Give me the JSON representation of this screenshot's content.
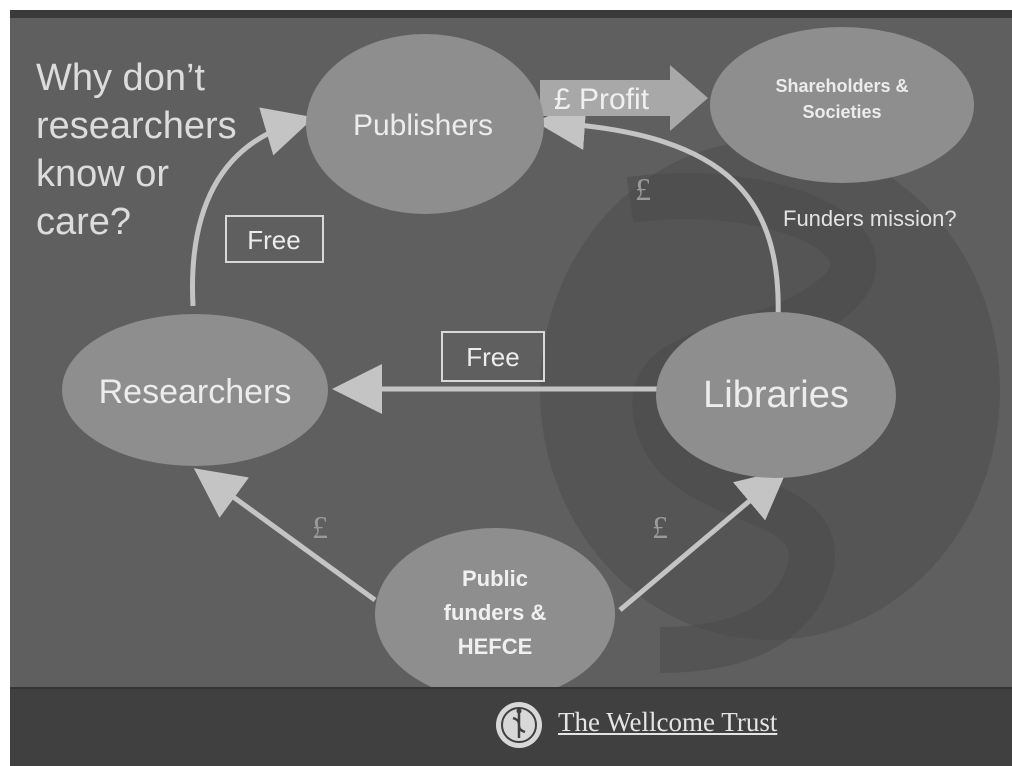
{
  "question": {
    "lines": [
      "Why don’t",
      "researchers",
      "know or",
      "care?"
    ]
  },
  "nodes": {
    "publishers": "Publishers",
    "shareholders_line1": "Shareholders &",
    "shareholders_line2": "Societies",
    "researchers": "Researchers",
    "libraries": "Libraries",
    "funders_line1": "Public",
    "funders_line2": "funders &",
    "funders_line3": "HEFCE"
  },
  "labels": {
    "profit": "£ Profit",
    "free_top": "Free",
    "free_middle": "Free",
    "pound_libraries_publishers": "£",
    "pound_funders_researchers": "£",
    "pound_funders_libraries": "£",
    "funders_mission": "Funders mission?"
  },
  "footer": {
    "org_name": "The Wellcome Trust"
  },
  "colors": {
    "background": "#5f5f5f",
    "node_fill": "#8e8e8e",
    "arrow": "#c4c4c4",
    "text": "#e6e6e6"
  }
}
